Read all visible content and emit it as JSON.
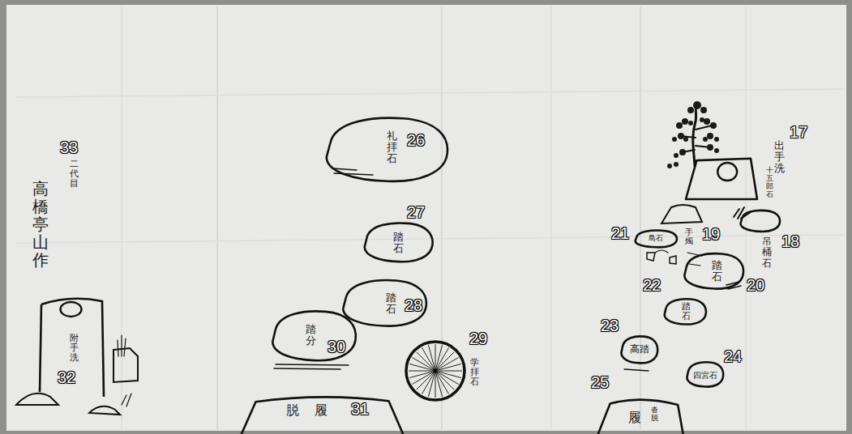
{
  "diagram": {
    "nodes": [
      {
        "text": [
          "出手洗",
          "十五郎石"
        ]
      },
      {
        "text": [
          "吊桶石"
        ]
      },
      {
        "text": [
          "島石"
        ]
      },
      {
        "text": [
          "踏石"
        ]
      },
      {
        "text": [
          "踏石"
        ]
      },
      {
        "text": [
          "高踏"
        ]
      },
      {
        "text": [
          "四宮石"
        ]
      },
      {
        "text": [
          "履",
          "沓脱"
        ]
      },
      {
        "text": [
          "礼拝石"
        ]
      },
      {
        "text": [
          "踏石"
        ]
      },
      {
        "text": [
          "踏石"
        ]
      },
      {
        "text": [
          "踏分"
        ]
      },
      {
        "text": [
          "学拝石"
        ]
      },
      {
        "text": [
          "脱履"
        ]
      },
      {
        "text": [
          "附手洗"
        ]
      }
    ],
    "labels": [
      "17",
      "18",
      "19",
      "20",
      "21",
      "22",
      "23",
      "24",
      "25",
      "26",
      "27",
      "28",
      "29",
      "30",
      "31",
      "32",
      "33",
      "手燭",
      "二代目",
      "高橋亭山作"
    ]
  }
}
